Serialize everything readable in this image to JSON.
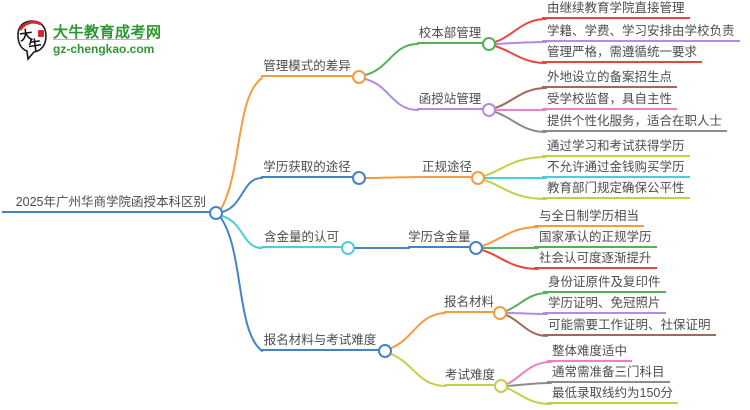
{
  "palette": {
    "orange": "#F59B40",
    "blue": "#4484C4",
    "cyan": "#4FCBDE",
    "green": "#55B055",
    "purple": "#B18CE0",
    "red": "#E8453F",
    "pink": "#F07EC6",
    "brown": "#A2695B",
    "gray": "#8C8C8C",
    "olive": "#C6CE48",
    "brand_green": "#2E9632",
    "brand_red": "#D02A2E",
    "text": "#4D4D4D"
  },
  "logo": {
    "icon_char1": "大",
    "icon_char2": "牛",
    "brand": "大牛教育成考网",
    "domain": "gz-chengkao.com"
  },
  "mindmap": {
    "root": {
      "label": "2025年广州华商学院函授本科区别"
    },
    "branches": [
      {
        "label": "管理模式的差异",
        "color": "#F59B40",
        "children": [
          {
            "label": "校本部管理",
            "color": "#55B055",
            "leaves": [
              {
                "text": "由继续教育学院直接管理",
                "color": "#E8453F"
              },
              {
                "text": "学籍、学费、学习安排由学校负责",
                "color": "#B18CE0"
              },
              {
                "text": "管理严格，需遵循统一要求",
                "color": "#E8453F"
              }
            ]
          },
          {
            "label": "函授站管理",
            "color": "#B18CE0",
            "leaves": [
              {
                "text": "外地设立的备案招生点",
                "color": "#A2695B"
              },
              {
                "text": "受学校监督，具自主性",
                "color": "#F07EC6"
              },
              {
                "text": "提供个性化服务，适合在职人士",
                "color": "#8C8C8C"
              }
            ]
          }
        ]
      },
      {
        "label": "学历获取的途径",
        "color": "#4484C4",
        "children": [
          {
            "label": "正规途径",
            "color": "#F59B40",
            "leaves": [
              {
                "text": "通过学习和考试获得学历",
                "color": "#C6CE48"
              },
              {
                "text": "不允许通过金钱购买学历",
                "color": "#4FCBDE"
              },
              {
                "text": "教育部门规定确保公平性",
                "color": "#C6CE48"
              }
            ]
          }
        ]
      },
      {
        "label": "含金量的认可",
        "color": "#4FCBDE",
        "children": [
          {
            "label": "学历含金量",
            "color": "#4484C4",
            "leaves": [
              {
                "text": "与全日制学历相当",
                "color": "#F59B40"
              },
              {
                "text": "国家承认的正规学历",
                "color": "#55B055"
              },
              {
                "text": "社会认可度逐渐提升",
                "color": "#E8453F"
              }
            ]
          }
        ]
      },
      {
        "label": "报名材料与考试难度",
        "color": "#4484C4",
        "children": [
          {
            "label": "报名材料",
            "color": "#F59B40",
            "leaves": [
              {
                "text": "身份证原件及复印件",
                "color": "#55B055"
              },
              {
                "text": "学历证明、免冠照片",
                "color": "#B18CE0"
              },
              {
                "text": "可能需要工作证明、社保证明",
                "color": "#A2695B"
              }
            ]
          },
          {
            "label": "考试难度",
            "color": "#C6CE48",
            "leaves": [
              {
                "text": "整体难度适中",
                "color": "#F07EC6"
              },
              {
                "text": "通常需准备三门科目",
                "color": "#8C8C8C"
              },
              {
                "text": "最低录取线约为150分",
                "color": "#C6CE48"
              }
            ]
          }
        ]
      }
    ]
  }
}
